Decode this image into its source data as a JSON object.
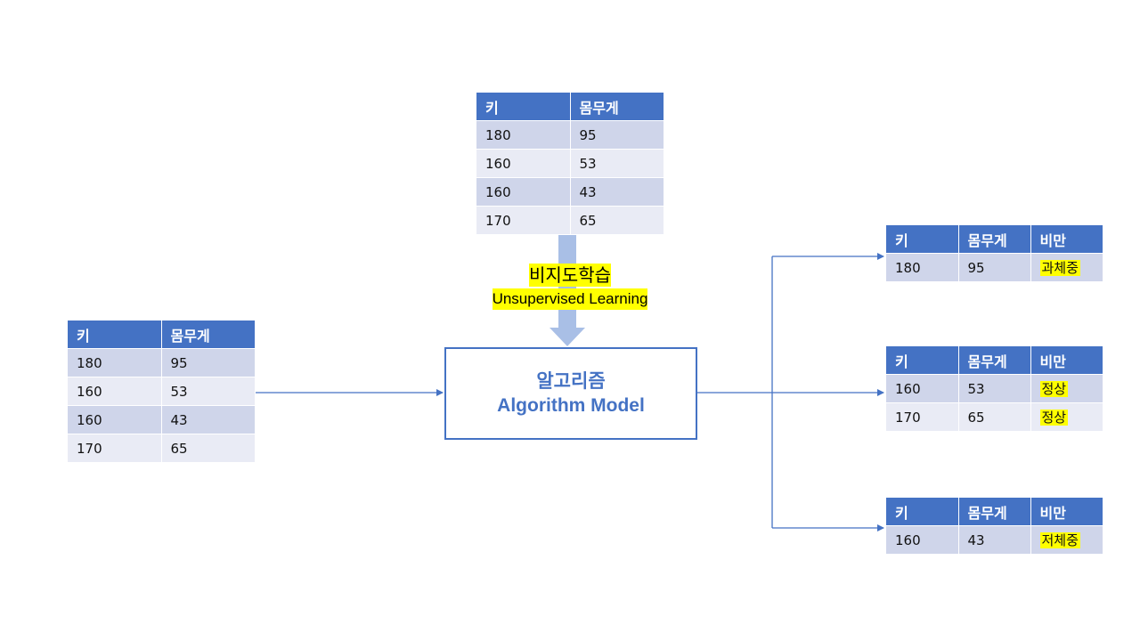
{
  "unlabeled_table": {
    "headers": [
      "키",
      "몸무게"
    ],
    "rows": [
      [
        "180",
        "95"
      ],
      [
        "160",
        "53"
      ],
      [
        "160",
        "43"
      ],
      [
        "170",
        "65"
      ]
    ]
  },
  "training_table": {
    "headers": [
      "키",
      "몸무게"
    ],
    "rows": [
      [
        "180",
        "95"
      ],
      [
        "160",
        "53"
      ],
      [
        "160",
        "43"
      ],
      [
        "170",
        "65"
      ]
    ]
  },
  "learning_label": {
    "korean": "비지도학습",
    "english": "Unsupervised  Learning"
  },
  "model": {
    "korean": "알고리즘",
    "english": "Algorithm Model"
  },
  "results": [
    {
      "headers": [
        "키",
        "몸무게",
        "비만"
      ],
      "rows": [
        [
          "180",
          "95",
          "과체중"
        ]
      ]
    },
    {
      "headers": [
        "키",
        "몸무게",
        "비만"
      ],
      "rows": [
        [
          "160",
          "53",
          "정상"
        ],
        [
          "170",
          "65",
          "정상"
        ]
      ]
    },
    {
      "headers": [
        "키",
        "몸무게",
        "비만"
      ],
      "rows": [
        [
          "160",
          "43",
          "저체중"
        ]
      ]
    }
  ],
  "colors": {
    "accent": "#4472c4",
    "row_odd": "#cfd5ea",
    "row_even": "#e9ebf5",
    "highlight": "#ffff00",
    "big_arrow": "#a9bfe6"
  }
}
